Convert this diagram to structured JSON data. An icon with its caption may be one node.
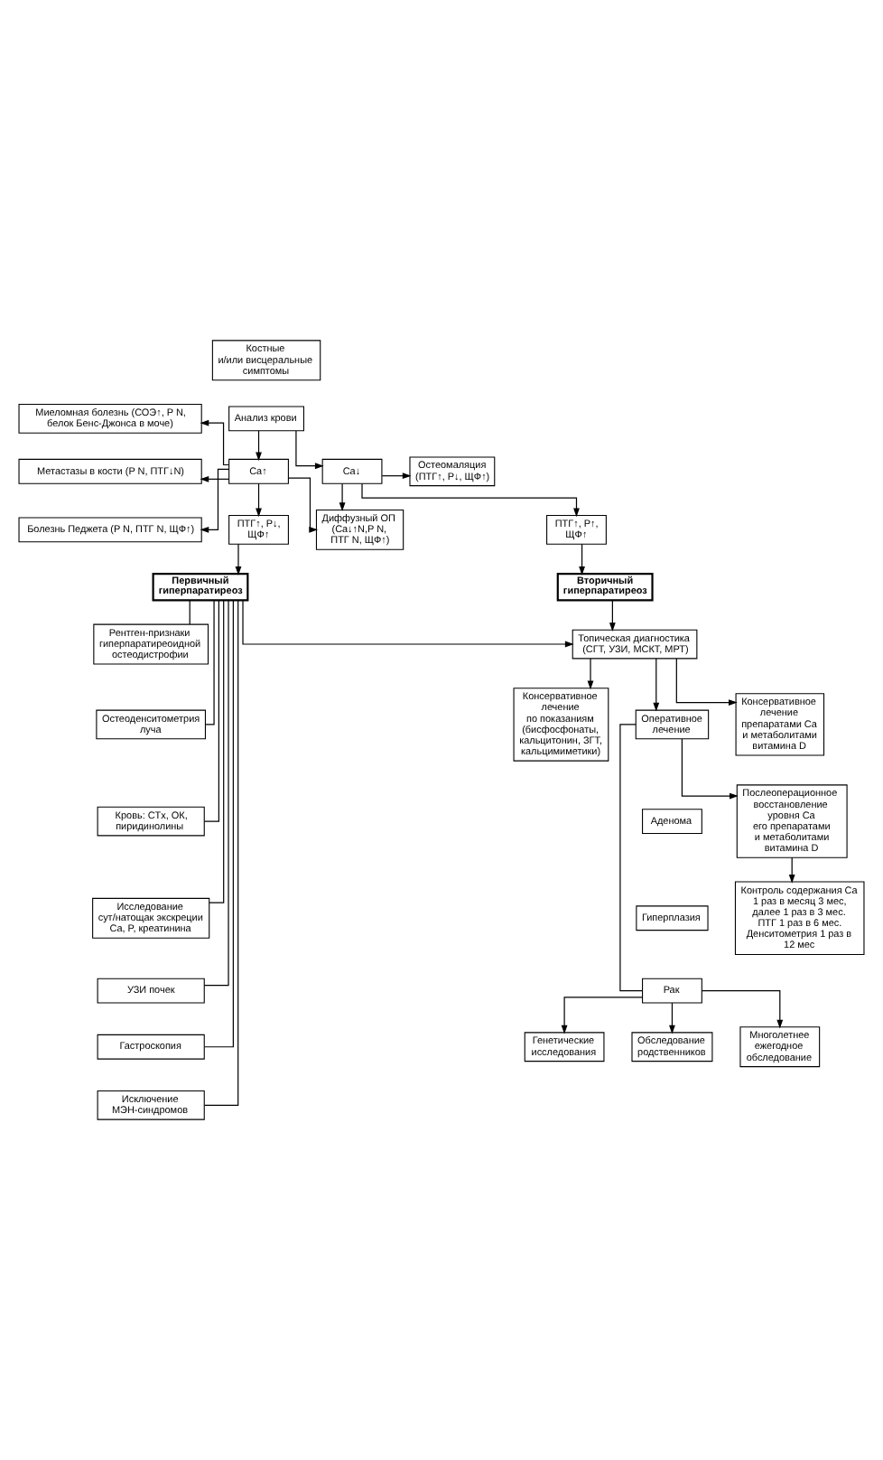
{
  "diagram": {
    "nodes": [
      {
        "text": [
          "Костные и/или висцеральные симптомы"
        ]
      },
      {
        "text": [
          "Анализ крови"
        ]
      },
      {
        "text": [
          "Миеломная болезнь (СОЭ↑, P N, белок Бенс-Джонса в моче)"
        ]
      },
      {
        "text": [
          "Метастазы в кости (P N, ПТГ↓N)"
        ]
      },
      {
        "text": [
          "Болезнь Педжета (P N, ПТГ N, ЩФ↑)"
        ]
      },
      {
        "text": [
          "Ca↑"
        ]
      },
      {
        "text": [
          "Ca↓"
        ]
      },
      {
        "text": [
          "Остеомаляция (ПТГ↑, P↓, ЩФ↑)"
        ]
      },
      {
        "text": [
          "Диффузный ОП (Ca↓↑N,P N, ПТГ N, ЩФ↑)"
        ]
      },
      {
        "text": [
          "ПТГ↑, P↓, ЩФ↑"
        ]
      },
      {
        "text": [
          "ПТГ↑, P↑, ЩФ↑"
        ]
      },
      {
        "text": [
          "Первичный гиперпаратиреоз"
        ]
      },
      {
        "text": [
          "Вторичный гиперпаратиреоз"
        ]
      },
      {
        "text": [
          "Рентген-признаки гиперпаратиреоидной остеодистрофии"
        ]
      },
      {
        "text": [
          "Остеоденситометрия луча"
        ]
      },
      {
        "text": [
          "Кровь: CTx, ОК, пиридинолины"
        ]
      },
      {
        "text": [
          "Исследование сут/натощак экскреции Ca, P, креатинина"
        ]
      },
      {
        "text": [
          "УЗИ почек"
        ]
      },
      {
        "text": [
          "Гастроскопия"
        ]
      },
      {
        "text": [
          "Исключение МЭН-синдромов"
        ]
      },
      {
        "text": [
          "Топическая диагностика (СГТ, УЗИ, МСКТ, МРТ)"
        ]
      },
      {
        "text": [
          "Консервативное лечение по показаниям (бисфосфонаты, кальцитонин, ЗГТ, кальцимиметики)"
        ]
      },
      {
        "text": [
          "Оперативное лечение"
        ]
      },
      {
        "text": [
          "Консервативное лечение препаратами Ca и метаболитами витамина D"
        ]
      },
      {
        "text": [
          "Аденома"
        ]
      },
      {
        "text": [
          "Гиперплазия"
        ]
      },
      {
        "text": [
          "Послеоперационное восстановление уровня Ca его препаратами и метаболитами витамина D"
        ]
      },
      {
        "text": [
          "Рак"
        ]
      },
      {
        "text": [
          "Контроль содержания Ca 1 раз в месяц 3 мес, далее 1 раз в 3 мес. ПТГ 1 раз в 6 мес. Денситометрия 1 раз в 12 мес"
        ]
      },
      {
        "text": [
          "Генетические исследования"
        ]
      },
      {
        "text": [
          "Обследование родственников"
        ]
      },
      {
        "text": [
          "Многолетнее ежегодное обследование"
        ]
      }
    ],
    "edges": [
      {
        "from": 1,
        "to": 5,
        "arrow": "to"
      },
      {
        "from": 1,
        "to": 6,
        "arrow": "to"
      },
      {
        "from": 5,
        "to": 2,
        "arrow": "to"
      },
      {
        "from": 5,
        "to": 3,
        "arrow": "to"
      },
      {
        "from": 5,
        "to": 4,
        "arrow": "to"
      },
      {
        "from": 6,
        "to": 7,
        "arrow": "to"
      },
      {
        "from": 5,
        "to": 8,
        "arrow": "to"
      },
      {
        "from": 6,
        "to": 8,
        "arrow": "to"
      },
      {
        "from": 5,
        "to": 9,
        "arrow": "to"
      },
      {
        "from": 6,
        "to": 10,
        "arrow": "to"
      },
      {
        "from": 9,
        "to": 11,
        "arrow": "to"
      },
      {
        "from": 10,
        "to": 12,
        "arrow": "to"
      },
      {
        "from": 11,
        "to": 13,
        "arrow": "none"
      },
      {
        "from": 11,
        "to": 14,
        "arrow": "none"
      },
      {
        "from": 11,
        "to": 15,
        "arrow": "none"
      },
      {
        "from": 11,
        "to": 16,
        "arrow": "none"
      },
      {
        "from": 11,
        "to": 17,
        "arrow": "none"
      },
      {
        "from": 11,
        "to": 18,
        "arrow": "none"
      },
      {
        "from": 11,
        "to": 19,
        "arrow": "none"
      },
      {
        "from": 11,
        "to": 20,
        "arrow": "to"
      },
      {
        "from": 12,
        "to": 20,
        "arrow": "to"
      },
      {
        "from": 20,
        "to": 21,
        "arrow": "to"
      },
      {
        "from": 20,
        "to": 22,
        "arrow": "to"
      },
      {
        "from": 20,
        "to": 23,
        "arrow": "to"
      },
      {
        "from": 22,
        "to": 27,
        "arrow": "none"
      },
      {
        "from": 22,
        "to": 26,
        "arrow": "to"
      },
      {
        "from": 26,
        "to": 28,
        "arrow": "to"
      },
      {
        "from": 27,
        "to": 29,
        "arrow": "to"
      },
      {
        "from": 27,
        "to": 30,
        "arrow": "to"
      },
      {
        "from": 27,
        "to": 31,
        "arrow": "to"
      }
    ]
  }
}
